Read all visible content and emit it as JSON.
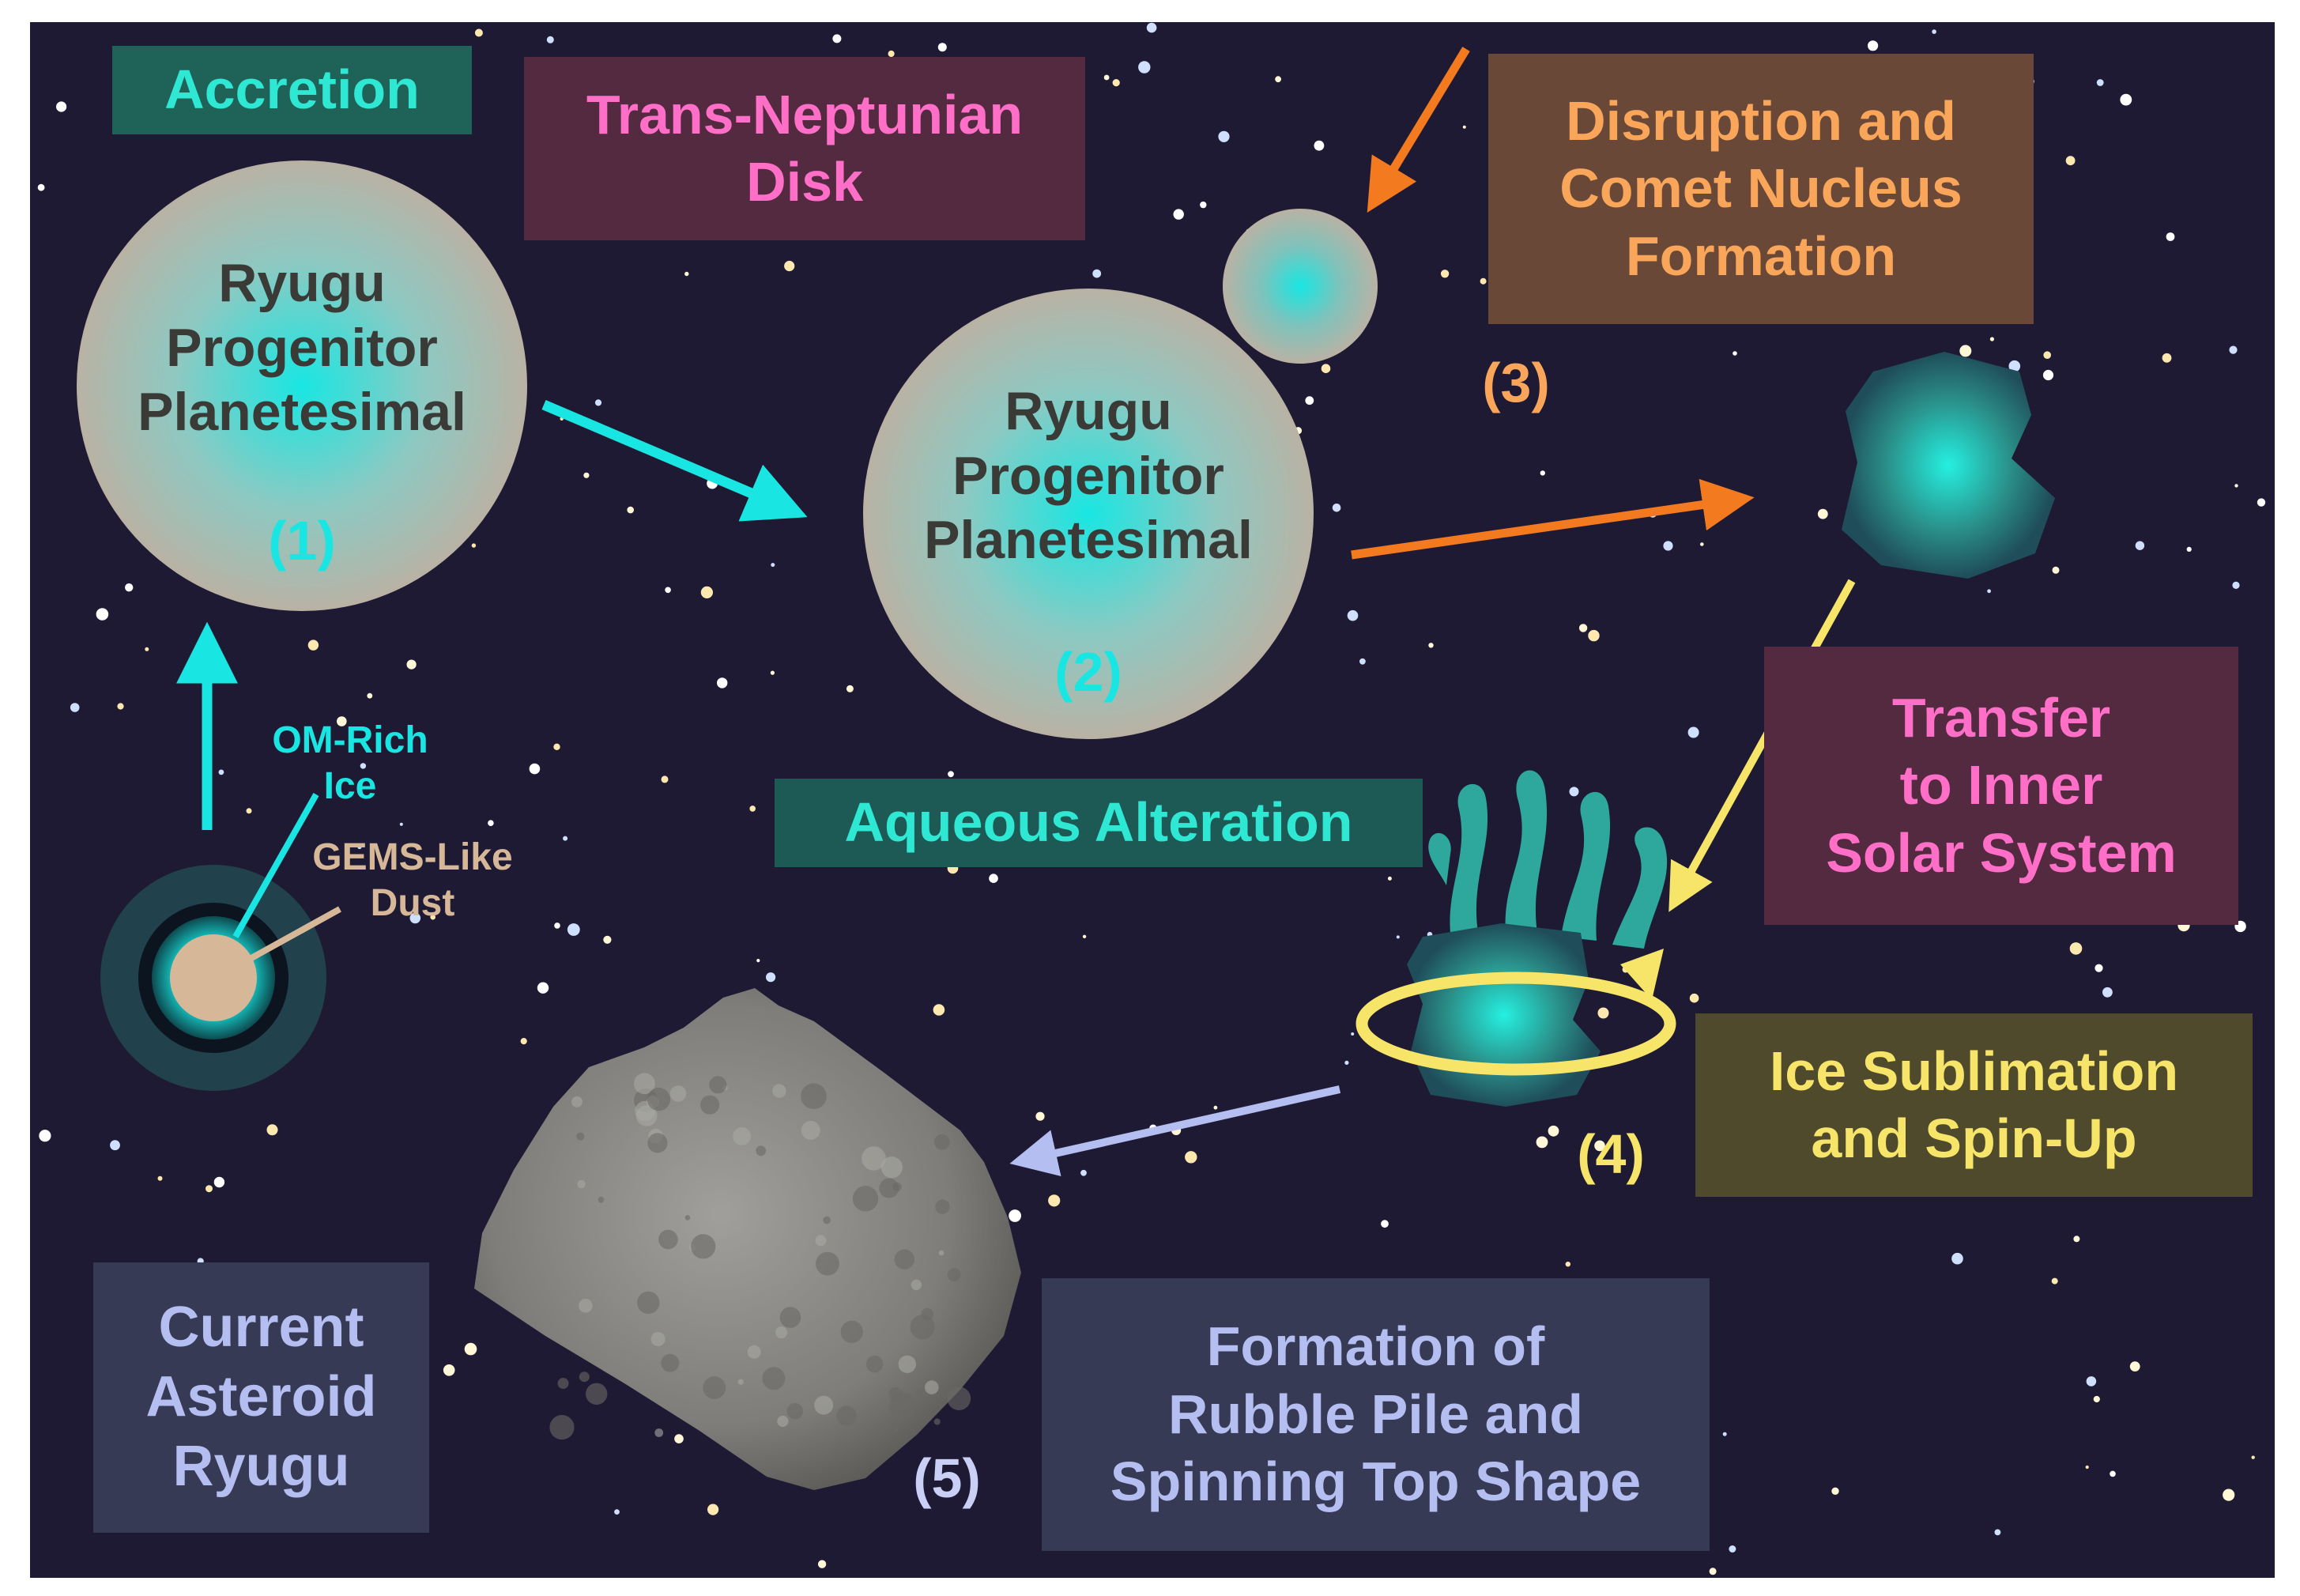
{
  "boxes": {
    "accretion": "Accretion",
    "tnd": "Trans-Neptunian\nDisk",
    "disruption": "Disruption and\nComet Nucleus\nFormation",
    "transfer": "Transfer\nto Inner\nSolar System",
    "aqueous": "Aqueous Alteration",
    "sublimation": "Ice Sublimation\nand Spin-Up",
    "current": "Current\nAsteroid\nRyugu",
    "rubble": "Formation of\nRubble Pile and\nSpinning Top Shape"
  },
  "planetesimal1": {
    "label": "Ryugu\nProgenitor\nPlanetesimal",
    "step": "(1)"
  },
  "planetesimal2": {
    "label": "Ryugu\nProgenitor\nPlanetesimal",
    "step": "(2)"
  },
  "steps": {
    "s3": "(3)",
    "s4": "(4)",
    "s5": "(5)"
  },
  "grain": {
    "ice_label": "OM-Rich\nIce",
    "dust_label": "GEMS-Like\nDust"
  },
  "colors": {
    "space": "#1e1a33",
    "cyan": "#19e6e2",
    "orange": "#f47a1f",
    "yellow": "#f7e56a",
    "lavender": "#b5bef0",
    "pink": "#ff6ec7",
    "planet": "#b9b2a4",
    "asteroid": "#8a8a88"
  }
}
